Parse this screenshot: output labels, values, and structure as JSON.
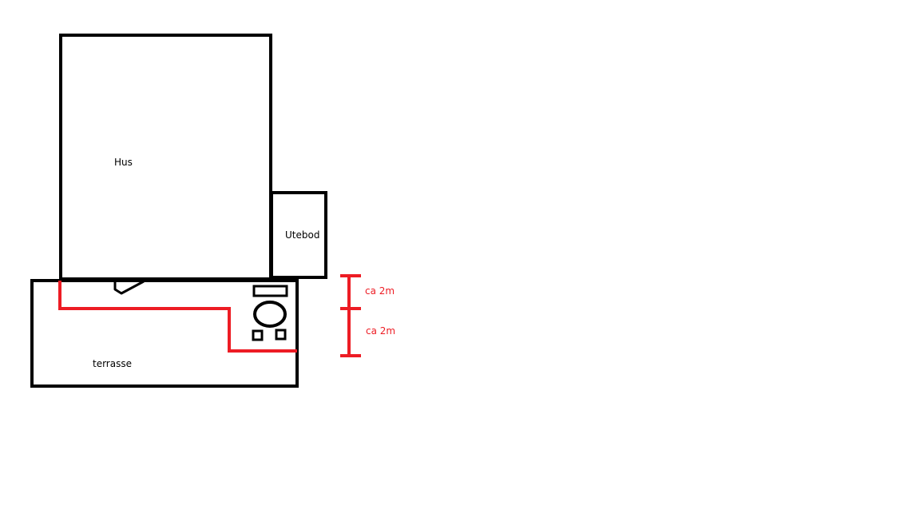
{
  "diagram": {
    "labels": {
      "house": "Hus",
      "shed": "Utebod",
      "terrace": "terrasse",
      "dimension_upper": "ca 2m",
      "dimension_lower": "ca 2m"
    },
    "colors": {
      "outline": "#000000",
      "highlight": "#ed1c24",
      "background": "#ffffff"
    }
  }
}
